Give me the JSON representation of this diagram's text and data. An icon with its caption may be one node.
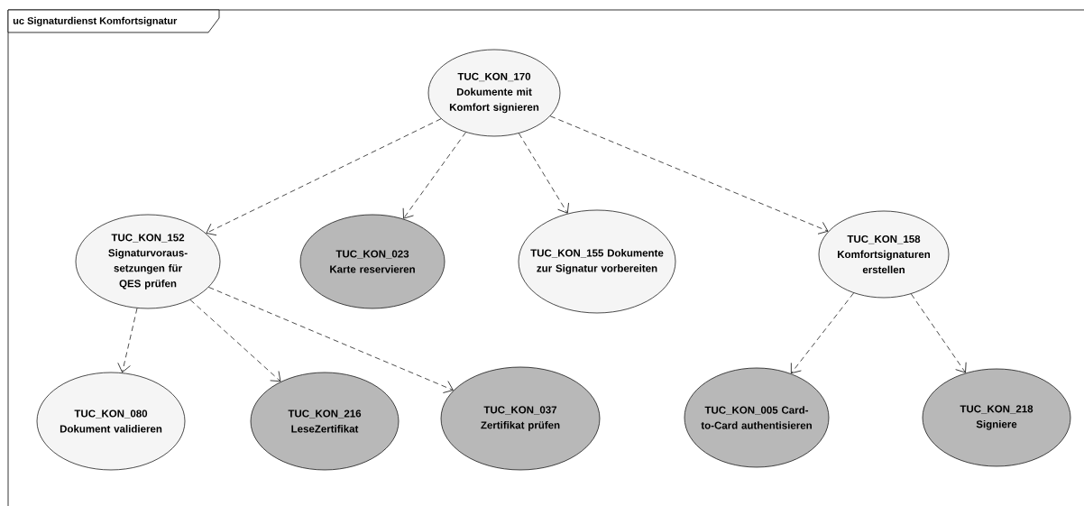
{
  "diagram": {
    "title": "uc Signaturdienst Komfortsignatur",
    "nodes": [
      {
        "text": [
          "TUC_KON_170 Dokumente mit Komfort signieren"
        ]
      },
      {
        "text": [
          "TUC_KON_152 Signaturvoraus- setzungen für QES prüfen"
        ]
      },
      {
        "text": [
          "TUC_KON_023 Karte reservieren"
        ]
      },
      {
        "text": [
          "TUC_KON_155 Dokumente zur Signatur vorbereiten"
        ]
      },
      {
        "text": [
          "TUC_KON_158 Komfortsignaturen erstellen"
        ]
      },
      {
        "text": [
          "TUC_KON_080 Dokument validieren"
        ]
      },
      {
        "text": [
          "TUC_KON_216 LeseZertifikat"
        ]
      },
      {
        "text": [
          "TUC_KON_037 Zertifikat prüfen"
        ]
      },
      {
        "text": [
          "TUC_KON_005 Card-to-Card authentisieren"
        ]
      },
      {
        "text": [
          "TUC_KON_218 Signiere"
        ]
      }
    ],
    "edges": [
      {
        "from": 0,
        "to": 1,
        "arrow": "to",
        "style": "dashed"
      },
      {
        "from": 0,
        "to": 2,
        "arrow": "to",
        "style": "dashed"
      },
      {
        "from": 0,
        "to": 3,
        "arrow": "to",
        "style": "dashed"
      },
      {
        "from": 0,
        "to": 4,
        "arrow": "to",
        "style": "dashed"
      },
      {
        "from": 1,
        "to": 5,
        "arrow": "to",
        "style": "dashed"
      },
      {
        "from": 1,
        "to": 6,
        "arrow": "to",
        "style": "dashed"
      },
      {
        "from": 1,
        "to": 7,
        "arrow": "to",
        "style": "dashed"
      },
      {
        "from": 4,
        "to": 8,
        "arrow": "to",
        "style": "dashed"
      },
      {
        "from": 4,
        "to": 9,
        "arrow": "to",
        "style": "dashed"
      }
    ]
  }
}
